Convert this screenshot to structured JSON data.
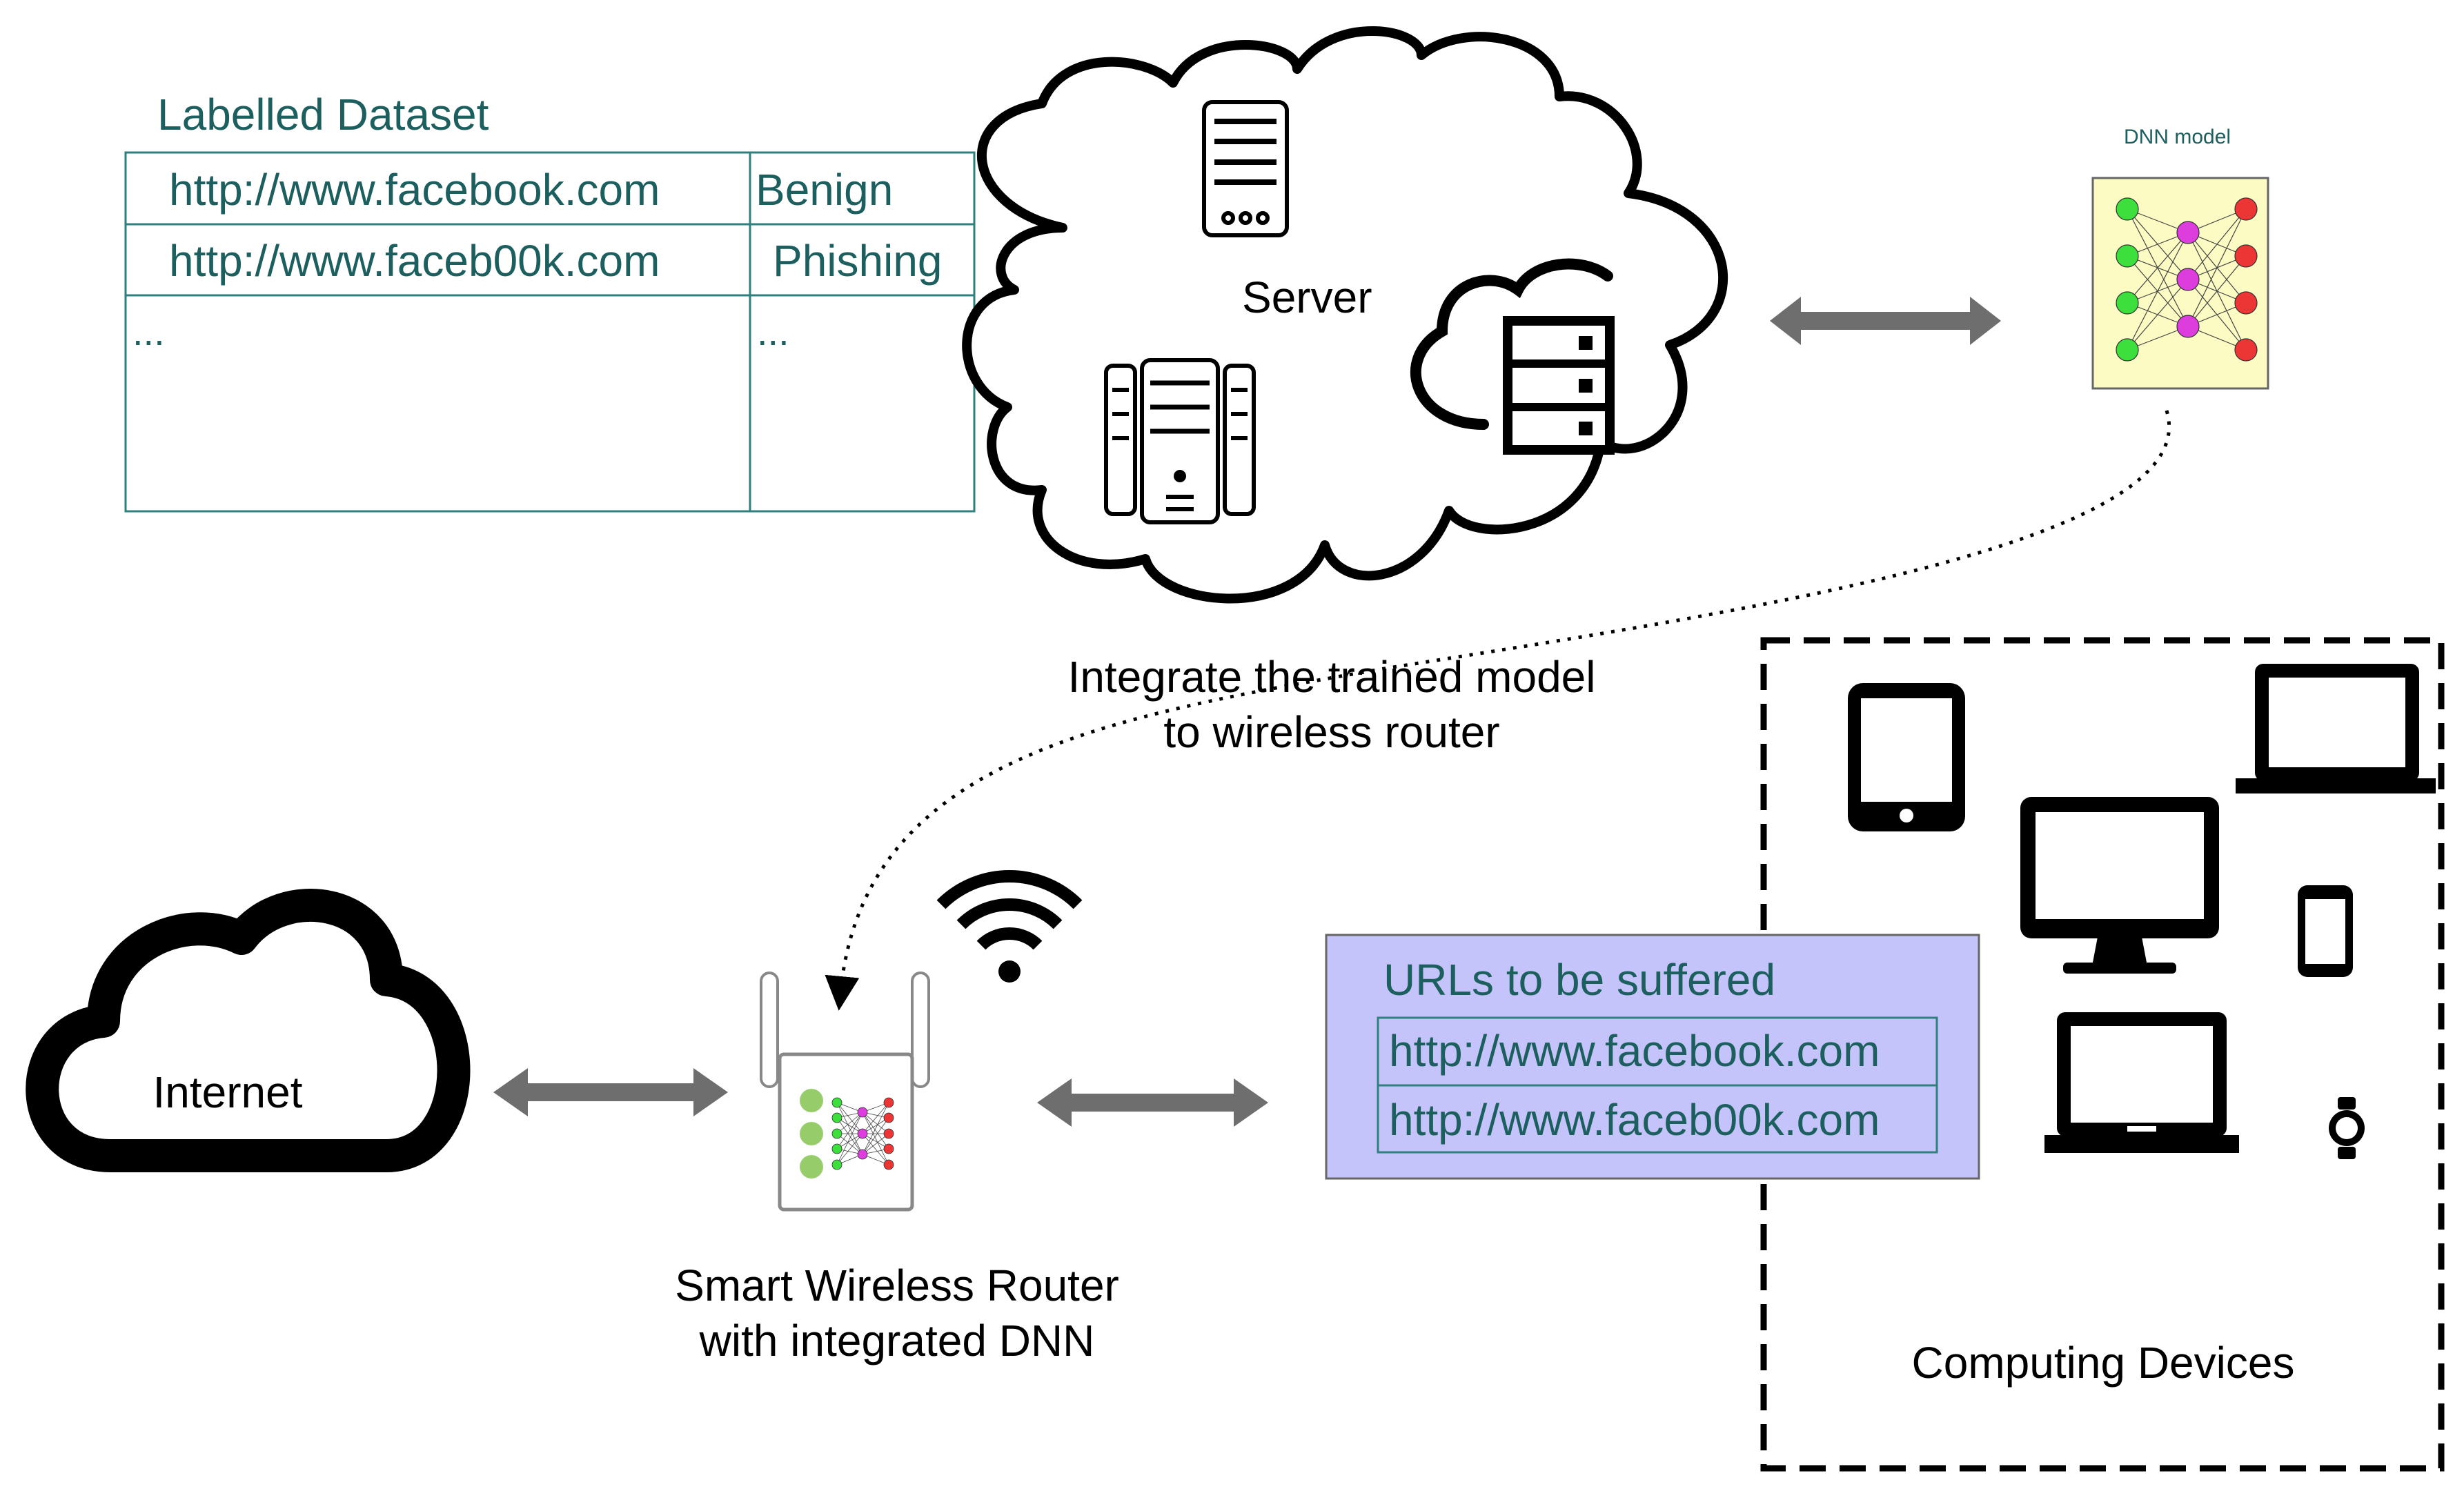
{
  "dataset": {
    "title": "Labelled Dataset",
    "rows": [
      {
        "url": "http://www.facebook.com",
        "label": "Benign"
      },
      {
        "url": "http://www.faceb00k.com",
        "label": "Phishing"
      },
      {
        "url": "...",
        "label": "..."
      }
    ]
  },
  "server": {
    "label": "Server"
  },
  "dnn": {
    "label": "DNN model"
  },
  "integrate": {
    "line1": "Integrate the trained model",
    "line2": "to wireless router"
  },
  "internet": {
    "label": "Internet"
  },
  "router": {
    "line1": "Smart Wireless Router",
    "line2": "with integrated DNN"
  },
  "urls": {
    "title": "URLs to be suffered",
    "items": [
      "http://www.facebook.com",
      "http://www.faceb00k.com"
    ]
  },
  "devices": {
    "label": "Computing Devices"
  },
  "colors": {
    "teal_text": "#1d5f5e",
    "url_panel_bg": "#c4c4fb",
    "dnn_panel_bg": "#fbfbc3",
    "node_input": "#3ddf3d",
    "node_hidden": "#dd3ddd",
    "node_output": "#ec3535",
    "arrow": "#6e6e6e"
  },
  "icons": [
    "server-tower-icon",
    "server-rack-icon",
    "cloud-server-icon",
    "wifi-icon",
    "tablet-icon",
    "laptop-icon",
    "desktop-monitor-icon",
    "smartphone-icon",
    "smartwatch-icon"
  ]
}
